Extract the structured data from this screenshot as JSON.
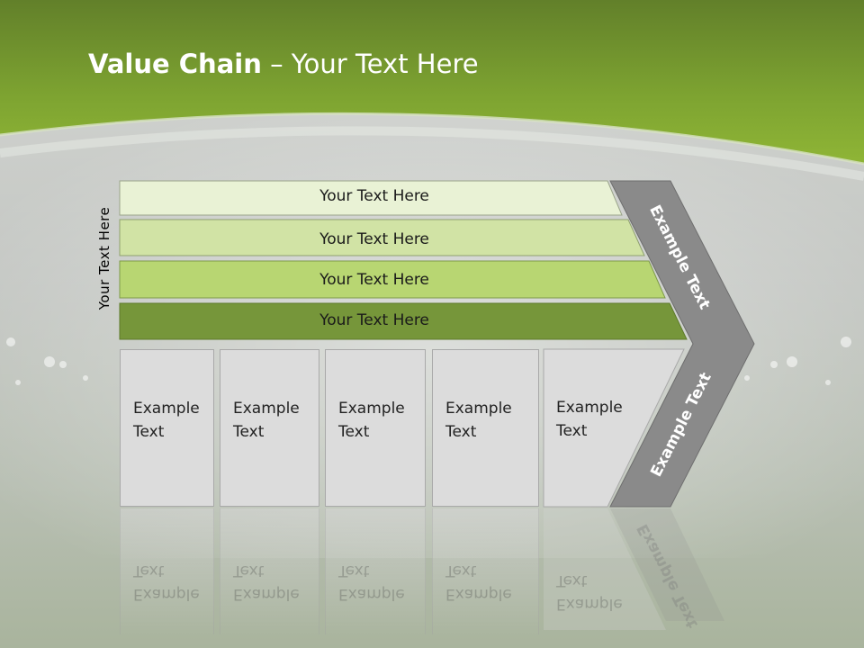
{
  "slide": {
    "title_bold": "Value Chain",
    "title_rest": " – Your Text Here"
  },
  "side_label": "Your Text Here",
  "rows": [
    {
      "label": "Your Text Here",
      "color": "#e9f2d5"
    },
    {
      "label": "Your Text Here",
      "color": "#d1e3a5"
    },
    {
      "label": "Your Text Here",
      "color": "#b8d672"
    },
    {
      "label": "Your Text Here",
      "color": "#76963a"
    }
  ],
  "boxes": [
    {
      "label": "Example Text"
    },
    {
      "label": "Example Text"
    },
    {
      "label": "Example Text"
    },
    {
      "label": "Example Text"
    },
    {
      "label": "Example Text"
    }
  ],
  "chevron": {
    "upper_label": "Example Text",
    "lower_label": "Example Text",
    "color": "#8a8a8a"
  },
  "colors": {
    "header_green": "#7aa22d",
    "box_fill": "#dcdcdc"
  }
}
